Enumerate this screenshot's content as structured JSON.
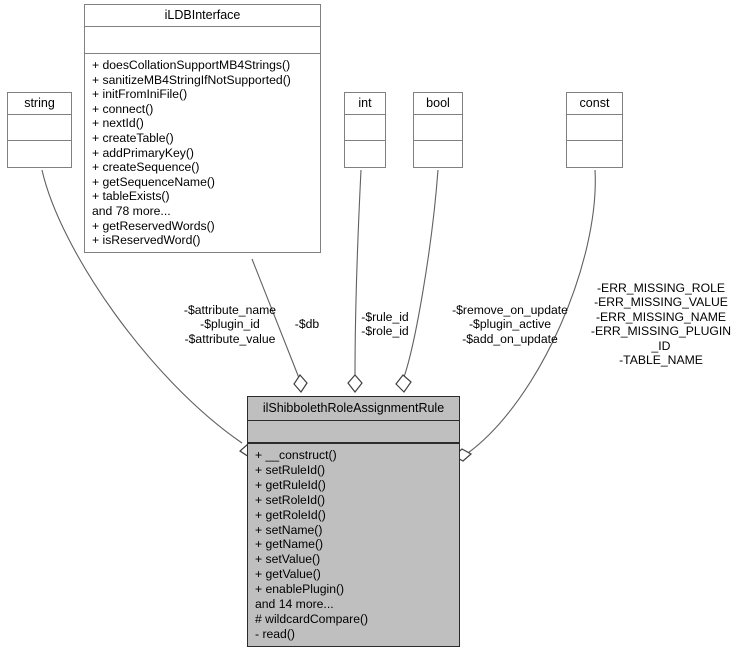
{
  "diagram": {
    "kind": "uml-class-diagram",
    "background": "#ffffff",
    "main_fill": "#bfbfbf",
    "line_color": "#606060"
  },
  "classes": {
    "ildbinterface": {
      "name": "iLDBInterface",
      "attributes": [],
      "operations": [
        "+ doesCollationSupportMB4Strings()",
        "+ sanitizeMB4StringIfNotSupported()",
        "+ initFromIniFile()",
        "+ connect()",
        "+ nextId()",
        "+ createTable()",
        "+ addPrimaryKey()",
        "+ createSequence()",
        "+ getSequenceName()",
        "+ tableExists()",
        "and 78 more...",
        "+ getReservedWords()",
        "+ isReservedWord()"
      ]
    },
    "string": {
      "name": "string",
      "attributes": [],
      "operations": []
    },
    "int": {
      "name": "int",
      "attributes": [],
      "operations": []
    },
    "bool": {
      "name": "bool",
      "attributes": [],
      "operations": []
    },
    "const": {
      "name": "const",
      "attributes": [],
      "operations": []
    },
    "main": {
      "name": "ilShibbolethRoleAssignmentRule",
      "attributes": [],
      "operations": [
        "+ __construct()",
        "+ setRuleId()",
        "+ getRuleId()",
        "+ setRoleId()",
        "+ getRoleId()",
        "+ setName()",
        "+ getName()",
        "+ setValue()",
        "+ getValue()",
        "+ enablePlugin()",
        "and 14 more...",
        "# wildcardCompare()",
        "- read()"
      ]
    }
  },
  "edge_labels": {
    "string_to_main": "-$attribute_name\n-$plugin_id\n-$attribute_value",
    "ildbinterface_to_main": "-$db",
    "int_to_main": "-$rule_id\n-$role_id",
    "bool_to_main": "-$remove_on_update\n-$plugin_active\n-$add_on_update",
    "const_to_main": "-ERR_MISSING_ROLE\n-ERR_MISSING_VALUE\n-ERR_MISSING_NAME\n-ERR_MISSING_PLUGIN\n_ID\n-TABLE_NAME"
  }
}
